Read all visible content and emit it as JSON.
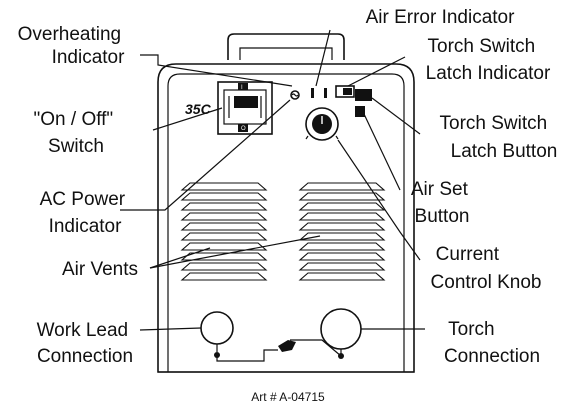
{
  "labels": {
    "overheating": [
      "Overheating",
      "Indicator"
    ],
    "air_error": [
      "Air Error Indicator"
    ],
    "torch_switch_latch_indicator": [
      "Torch Switch",
      "Latch Indicator"
    ],
    "on_off_switch": [
      "\"On / Off\"",
      "Switch"
    ],
    "torch_switch_latch_button": [
      "Torch Switch",
      "Latch Button"
    ],
    "air_set_button": [
      "Air Set",
      "Button"
    ],
    "ac_power": [
      "AC Power",
      "Indicator"
    ],
    "air_vents": [
      "Air Vents"
    ],
    "current_control_knob": [
      "Current",
      "Control Knob"
    ],
    "work_lead": [
      "Work Lead",
      "Connection"
    ],
    "torch_connection": [
      "Torch",
      "Connection"
    ]
  },
  "model_label": "35C",
  "art_number": "Art # A-04715",
  "switch_marks": {
    "top": "I",
    "bottom": "O"
  }
}
